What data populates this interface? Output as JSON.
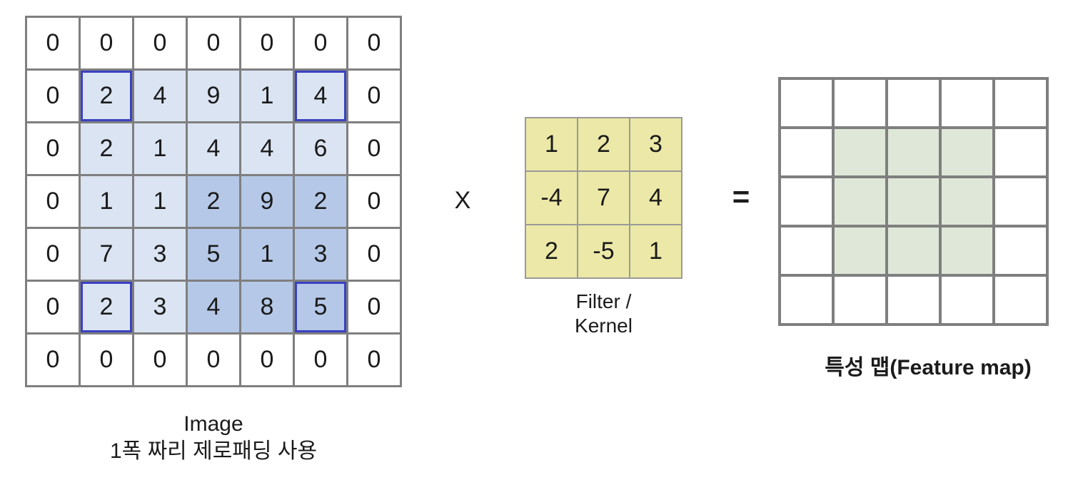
{
  "operators": {
    "multiply": "X",
    "equals": "="
  },
  "image_matrix": {
    "caption_line1": "Image",
    "caption_line2": "1폭 짜리 제로패딩 사용",
    "rows": 7,
    "cols": 7,
    "cells": [
      [
        "0",
        "0",
        "0",
        "0",
        "0",
        "0",
        "0"
      ],
      [
        "0",
        "2",
        "4",
        "9",
        "1",
        "4",
        "0"
      ],
      [
        "0",
        "2",
        "1",
        "4",
        "4",
        "6",
        "0"
      ],
      [
        "0",
        "1",
        "1",
        "2",
        "9",
        "2",
        "0"
      ],
      [
        "0",
        "7",
        "3",
        "5",
        "1",
        "3",
        "0"
      ],
      [
        "0",
        "2",
        "3",
        "4",
        "8",
        "5",
        "0"
      ],
      [
        "0",
        "0",
        "0",
        "0",
        "0",
        "0",
        "0"
      ]
    ],
    "shades": [
      [
        "w",
        "w",
        "w",
        "w",
        "w",
        "w",
        "w"
      ],
      [
        "w",
        "lb",
        "l",
        "l",
        "l",
        "lb",
        "w"
      ],
      [
        "w",
        "l",
        "l",
        "l",
        "l",
        "l",
        "w"
      ],
      [
        "w",
        "l",
        "l",
        "d",
        "d",
        "d",
        "w"
      ],
      [
        "w",
        "l",
        "l",
        "d",
        "d",
        "d",
        "w"
      ],
      [
        "w",
        "lb",
        "l",
        "d",
        "d",
        "db",
        "w"
      ],
      [
        "w",
        "w",
        "w",
        "w",
        "w",
        "w",
        "w"
      ]
    ]
  },
  "kernel": {
    "caption_line1": "Filter /",
    "caption_line2": "Kernel",
    "rows": 3,
    "cols": 3,
    "cells": [
      [
        "1",
        "2",
        "3"
      ],
      [
        "-4",
        "7",
        "4"
      ],
      [
        "2",
        "-5",
        "1"
      ]
    ],
    "shades": [
      [
        "y",
        "y",
        "y"
      ],
      [
        "y",
        "y",
        "y"
      ],
      [
        "y",
        "y",
        "y"
      ]
    ]
  },
  "feature_map": {
    "caption": "특성 맵(Feature map)",
    "rows": 5,
    "cols": 5,
    "cells": [
      [
        "",
        "",
        "",
        "",
        ""
      ],
      [
        "",
        "",
        "",
        "",
        ""
      ],
      [
        "",
        "",
        "",
        "",
        ""
      ],
      [
        "",
        "",
        "",
        "",
        ""
      ],
      [
        "",
        "",
        "",
        "",
        ""
      ]
    ],
    "shades": [
      [
        "w",
        "w",
        "w",
        "w",
        "w"
      ],
      [
        "w",
        "g",
        "g",
        "g",
        "w"
      ],
      [
        "w",
        "g",
        "g",
        "g",
        "w"
      ],
      [
        "w",
        "g",
        "g",
        "g",
        "w"
      ],
      [
        "w",
        "w",
        "w",
        "w",
        "w"
      ]
    ]
  },
  "colors": {
    "grid_line": "#7f7f7f",
    "kernel_line": "#9a9a9a",
    "light_blue": "#dbe4f2",
    "dark_blue": "#b5c8e7",
    "border_blue": "#3a41c2",
    "kernel_yellow": "#ece8a7",
    "feature_green": "#dfe8d8",
    "text": "#1b1b1b"
  }
}
